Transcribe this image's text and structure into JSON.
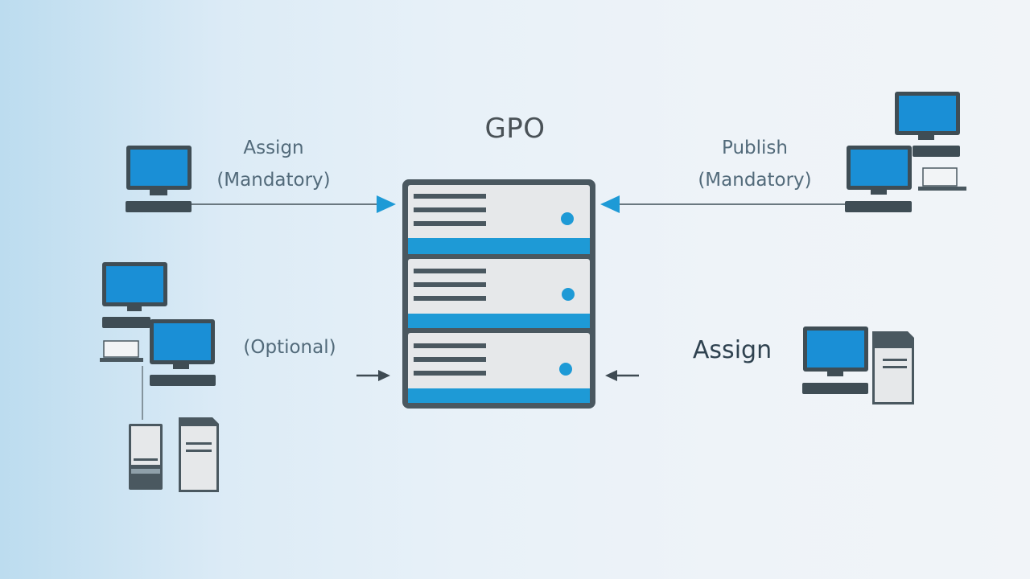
{
  "diagram": {
    "center": {
      "title": "GPO",
      "icon": "server-rack-icon",
      "units": 3
    },
    "labels": {
      "top_left_line1": "Assign",
      "top_left_line2": "(Mandatory)",
      "top_right_line1": "Publish",
      "top_right_line2": "(Mandatory)",
      "mid_left": "(Optional)",
      "mid_right": "Assign"
    },
    "colors": {
      "accent": "#1e9ad6",
      "screen": "#1a8fd6",
      "dark": "#4a5860",
      "panel": "#e6e8ea"
    }
  }
}
